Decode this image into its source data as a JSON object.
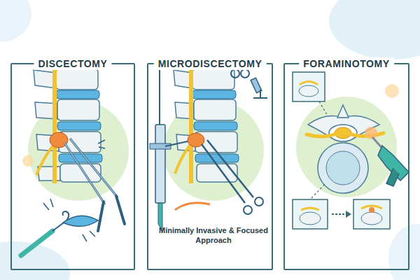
{
  "diagram": {
    "nodes": [
      {
        "text": [
          "DISCECTOMY"
        ]
      },
      {
        "text": [
          "MICRODISCECTOMY"
        ]
      },
      {
        "text": [
          "FORAMINOTOMY"
        ]
      }
    ],
    "labels": [
      "Minimally Invasive & Focused Approach"
    ]
  }
}
